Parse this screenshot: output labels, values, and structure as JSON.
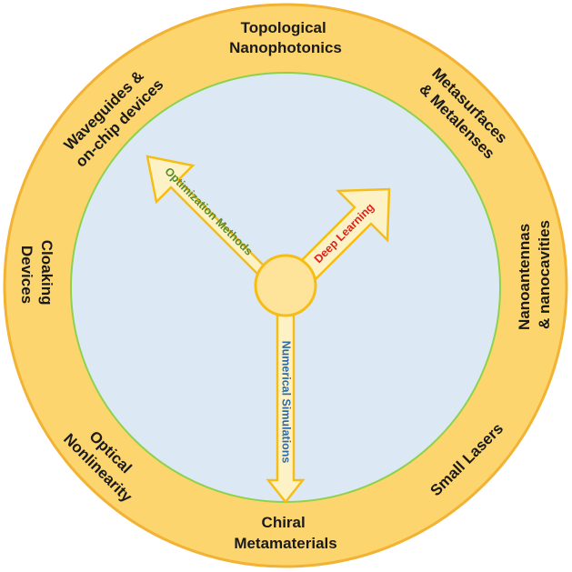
{
  "colors": {
    "outer_ring_fill": "#fdd56e",
    "outer_ring_stroke": "#f2b233",
    "inner_disc_fill": "#dde8f5",
    "inner_disc_stroke": "#8dd24e",
    "arrow_fill": "#fdf2c5",
    "arrow_stroke": "#f6bd16",
    "hub_fill": "#fde49a",
    "hub_stroke": "#f6bd16",
    "optimization_text": "#5a8a2a",
    "deep_learning_text": "#e0201c",
    "numerical_text": "#2f6aa8"
  },
  "ring_labels": [
    {
      "lines": [
        "Topological",
        "Nanophotonics"
      ]
    },
    {
      "lines": [
        "Metasurfaces",
        "& Metalenses"
      ]
    },
    {
      "lines": [
        "Nanoantennas",
        "& nanocavities"
      ]
    },
    {
      "lines": [
        "Small Lasers"
      ]
    },
    {
      "lines": [
        "Chiral",
        "Metamaterials"
      ]
    },
    {
      "lines": [
        "Optical",
        "Nonlinearity"
      ]
    },
    {
      "lines": [
        "Cloaking",
        "Devices"
      ]
    },
    {
      "lines": [
        "Waveguides &",
        "on-chip devices"
      ]
    }
  ],
  "arrows": {
    "optimization": "Optimization Methods",
    "deep_learning": "Deep Learning",
    "numerical": "Numerical Simulations"
  }
}
